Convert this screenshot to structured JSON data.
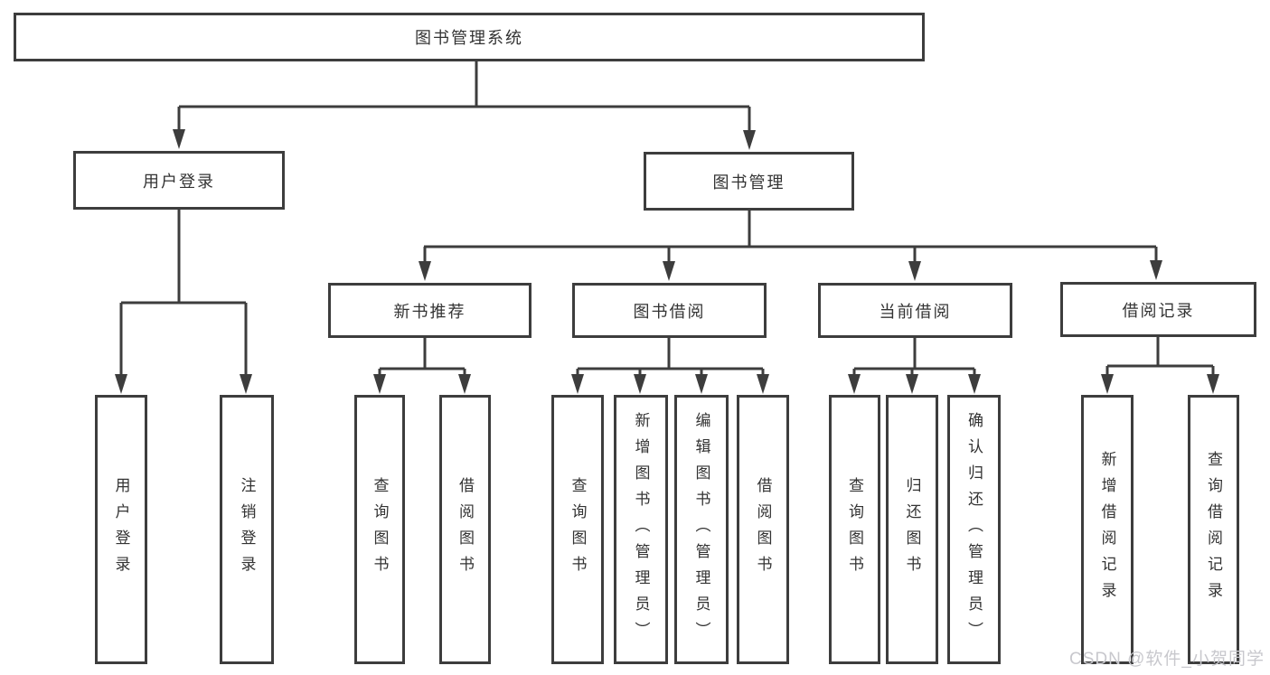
{
  "root": {
    "label": "图书管理系统"
  },
  "user_login": {
    "label": "用户登录",
    "children": [
      {
        "label": "用户登录"
      },
      {
        "label": "注销登录"
      }
    ]
  },
  "book_mgmt": {
    "label": "图书管理",
    "sections": [
      {
        "label": "新书推荐",
        "children": [
          {
            "label": "查询图书"
          },
          {
            "label": "借阅图书"
          }
        ]
      },
      {
        "label": "图书借阅",
        "children": [
          {
            "label": "查询图书"
          },
          {
            "label": "新增图书（管理员）"
          },
          {
            "label": "编辑图书（管理员）"
          },
          {
            "label": "借阅图书"
          }
        ]
      },
      {
        "label": "当前借阅",
        "children": [
          {
            "label": "查询图书"
          },
          {
            "label": "归还图书"
          },
          {
            "label": "确认归还（管理员）"
          }
        ]
      },
      {
        "label": "借阅记录",
        "children": [
          {
            "label": "新增借阅记录"
          },
          {
            "label": "查询借阅记录"
          }
        ]
      }
    ]
  },
  "watermark": "CSDN @软件_小贺同学",
  "colors": {
    "line": "#3d3d3d",
    "text": "#333333",
    "watermark": "#c8c8cd"
  }
}
